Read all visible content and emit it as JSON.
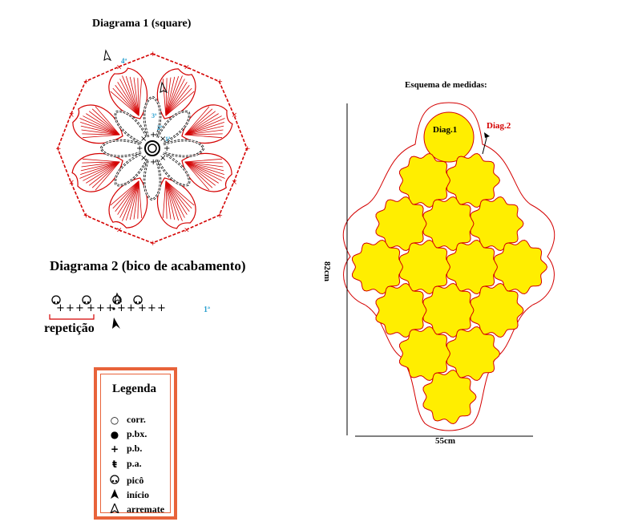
{
  "diagram1": {
    "title": "Diagrama 1 (square)",
    "round_labels": [
      "4ª",
      "3ª",
      "2ª",
      "1ª"
    ]
  },
  "diagram2": {
    "title": "Diagrama 2 (bico de acabamento)",
    "repeat_label": "repetição",
    "round_label": "1ª"
  },
  "scheme": {
    "title": "Esquema de medidas:",
    "label_diag1": "Diag.1",
    "label_diag2": "Diag.2",
    "height_label": "82cm",
    "width_label": "55cm",
    "row_counts": [
      1,
      2,
      3,
      4,
      3,
      2,
      1
    ],
    "colors": {
      "motif_fill": "#ffee00",
      "motif_stroke": "#d40000",
      "border": "#d40000"
    }
  },
  "legend": {
    "title": "Legenda",
    "items": [
      {
        "symbol": "○",
        "label": "corr."
      },
      {
        "symbol": "●",
        "label": "p.bx."
      },
      {
        "symbol": "+",
        "label": "p.b."
      },
      {
        "symbol": "ŧ",
        "label": "p.a."
      },
      {
        "symbol": "picot-icon",
        "label": "picô"
      },
      {
        "symbol": "start-arrow-icon",
        "label": "início"
      },
      {
        "symbol": "end-arrow-icon",
        "label": "arremate"
      }
    ],
    "border_color": "#e8633a"
  }
}
